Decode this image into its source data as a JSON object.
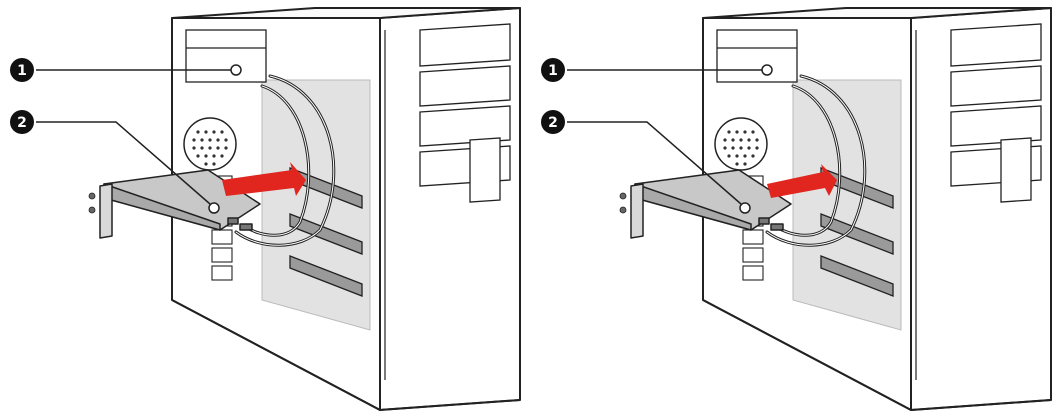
{
  "colors": {
    "outline": "#222222",
    "case_panel": "#ffffff",
    "back_wall": "#e2e2e2",
    "card": "#c8c8c8",
    "slot": "#9a9a9a",
    "arrow": "#e0261f",
    "badge": "#111111"
  },
  "panels": [
    {
      "id": "left",
      "callouts": [
        {
          "number": "1",
          "label_icon": "circled-digit-1"
        },
        {
          "number": "2",
          "label_icon": "circled-digit-2"
        }
      ],
      "arrow_icon": "insert-direction-arrow"
    },
    {
      "id": "right",
      "callouts": [
        {
          "number": "1",
          "label_icon": "circled-digit-1"
        },
        {
          "number": "2",
          "label_icon": "circled-digit-2"
        }
      ],
      "arrow_icon": "insert-direction-arrow"
    }
  ]
}
